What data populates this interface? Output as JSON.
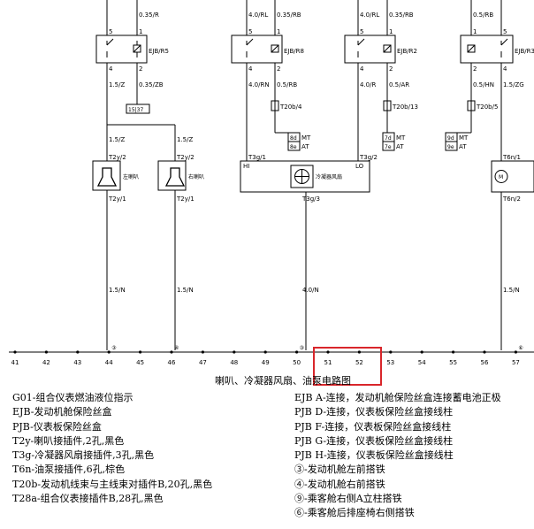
{
  "caption": "喇叭、冷凝器风扇、油泵电路图",
  "highlight_color": "#d9262b",
  "ruler": {
    "numbers": [
      "41",
      "42",
      "43",
      "44",
      "45",
      "46",
      "47",
      "48",
      "49",
      "50",
      "51",
      "52",
      "53",
      "54",
      "55",
      "56",
      "57"
    ],
    "markers": [
      {
        "num": "44",
        "label": "③"
      },
      {
        "num": "46",
        "label": "④"
      },
      {
        "num": "50",
        "label": "③"
      },
      {
        "num": "57",
        "label": "⑥"
      }
    ],
    "highlighted": [
      "51",
      "52"
    ]
  },
  "relays": [
    {
      "id": "r5",
      "label": "EJB/R5",
      "pins": [
        "5",
        "1",
        "4",
        "2"
      ]
    },
    {
      "id": "r8",
      "label": "EJB/R8",
      "pins": [
        "5",
        "1",
        "4",
        "2"
      ]
    },
    {
      "id": "r2",
      "label": "EJB/R2",
      "pins": [
        "5",
        "1",
        "4",
        "2"
      ]
    },
    {
      "id": "r3",
      "label": "EJB/R3",
      "pins": [
        "5",
        "1",
        "4",
        "2"
      ]
    }
  ],
  "wires": {
    "a_top": "0.35/R",
    "b_top_l": "4.0/RL",
    "b_top_r": "0.35/RB",
    "c_top_l": "4.0/RL",
    "c_top_r": "0.35/RB",
    "d_top": "0.5/RB",
    "a_bot_l": "1.5/Z",
    "a_bot_r": "0.35/ZB",
    "b_bot_l": "4.0/RN",
    "b_bot_r": "0.5/RB",
    "c_bot_l": "4.0/R",
    "c_bot_r": "0.5/AR",
    "d_bot_l": "0.5/HN",
    "d_bot_r": "1.5/ZG",
    "horn_left_in": "1.5/Z",
    "horn_right_in": "1.5/Z",
    "horn_left_out": "1.5/N",
    "horn_right_out": "1.5/N",
    "fan_out": "4.0/N",
    "pump_out": "1.5/N"
  },
  "fuse_box_label": "15|37",
  "connectors": {
    "t20b4": "T20b/4",
    "t20b13": "T20b/13",
    "t20b5": "T20b/5",
    "b_mt_pin": "8d",
    "b_mt": "MT",
    "b_at_pin": "8e",
    "b_at": "AT",
    "c_mt_pin": "7d",
    "c_mt": "MT",
    "c_at_pin": "7e",
    "c_at": "AT",
    "d_mt_pin": "9d",
    "d_mt": "MT",
    "d_at_pin": "9e",
    "d_at": "AT"
  },
  "horns": {
    "left": {
      "top_pin": "T2y/2",
      "bottom_pin": "T2y/1",
      "name": "左喇叭"
    },
    "right": {
      "top_pin": "T2y/2",
      "bottom_pin": "T2y/1",
      "name": "右喇叭"
    }
  },
  "fan": {
    "name": "冷凝器风扇",
    "hi": "HI",
    "lo": "LO",
    "pin_hi": "T3g/1",
    "pin_lo": "T3g/2",
    "pin_out": "T3g/3"
  },
  "pump": {
    "top_pin": "T6n/1",
    "bottom_pin": "T6n/2",
    "symbol": "M"
  },
  "legend_left": [
    "G01-组合仪表燃油液位指示",
    "EJB-发动机舱保险丝盒",
    "PJB-仪表板保险丝盒",
    "T2y-喇叭接插件,2孔,黑色",
    "T3g-冷凝器风扇接插件,3孔,黑色",
    "T6n-油泵接插件,6孔,棕色",
    "T20b-发动机线束与主线束对插件B,20孔,黑色",
    "T28a-组合仪表接插件B,28孔,黑色"
  ],
  "legend_right": [
    "EJB A-连接，发动机舱保险丝盒连接蓄电池正极",
    "PJB D-连接，仪表板保险丝盒接线柱",
    "PJB F-连接，仪表板保险丝盒接线柱",
    "PJB G-连接，仪表板保险丝盒接线柱",
    "PJB H-连接，仪表板保险丝盒接线柱",
    "③-发动机舱左前搭铁",
    "④-发动机舱右前搭铁",
    "⑨-乘客舱右侧A立柱搭铁",
    "⑥-乘客舱后排座椅右侧搭铁"
  ]
}
